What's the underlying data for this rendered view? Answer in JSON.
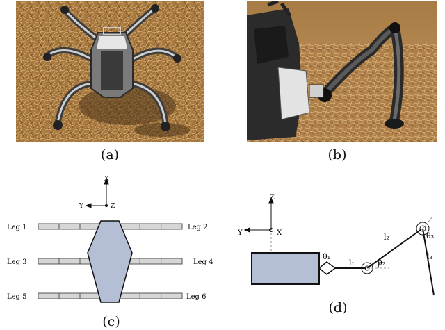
{
  "captions": {
    "a": "(a)",
    "b": "(b)",
    "c": "(c)",
    "d": "(d)"
  },
  "diagram_c": {
    "axis_x": "X",
    "axis_y": "Y",
    "axis_z": "Z",
    "legs": [
      "Leg 1",
      "Leg 2",
      "Leg 3",
      "Leg 4",
      "Leg 5",
      "Leg 6"
    ],
    "body_color": "#b4bfd6",
    "leg_color": "#d6d6d6"
  },
  "diagram_d": {
    "axis_z": "Z",
    "axis_y": "Y",
    "axis_x": "X",
    "theta1": "θ₁",
    "theta2": "θ₂",
    "theta3": "θ₃",
    "l1": "l₁",
    "l2": "l₂",
    "l3": "l₃",
    "body_color": "#b4bfd6"
  },
  "photos": {
    "a": "hexapod robot top view on dry grass",
    "b": "hexapod robot leg close-up on dry grass"
  }
}
